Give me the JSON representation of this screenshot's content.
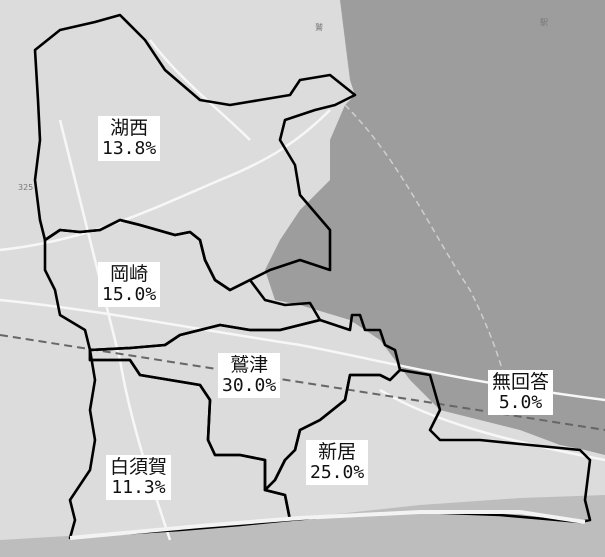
{
  "districts": [
    {
      "name": "湖西",
      "share": "13.8%"
    },
    {
      "name": "岡崎",
      "share": "15.0%"
    },
    {
      "name": "鷲津",
      "share": "30.0%"
    },
    {
      "name": "新居",
      "share": "25.0%"
    },
    {
      "name": "白須賀",
      "share": "11.3%"
    }
  ],
  "no_answer": {
    "name": "無回答",
    "share": "5.0%"
  },
  "colors": {
    "land": "#dedede",
    "lake": "#9c9c9c",
    "boundary": "#000000"
  }
}
